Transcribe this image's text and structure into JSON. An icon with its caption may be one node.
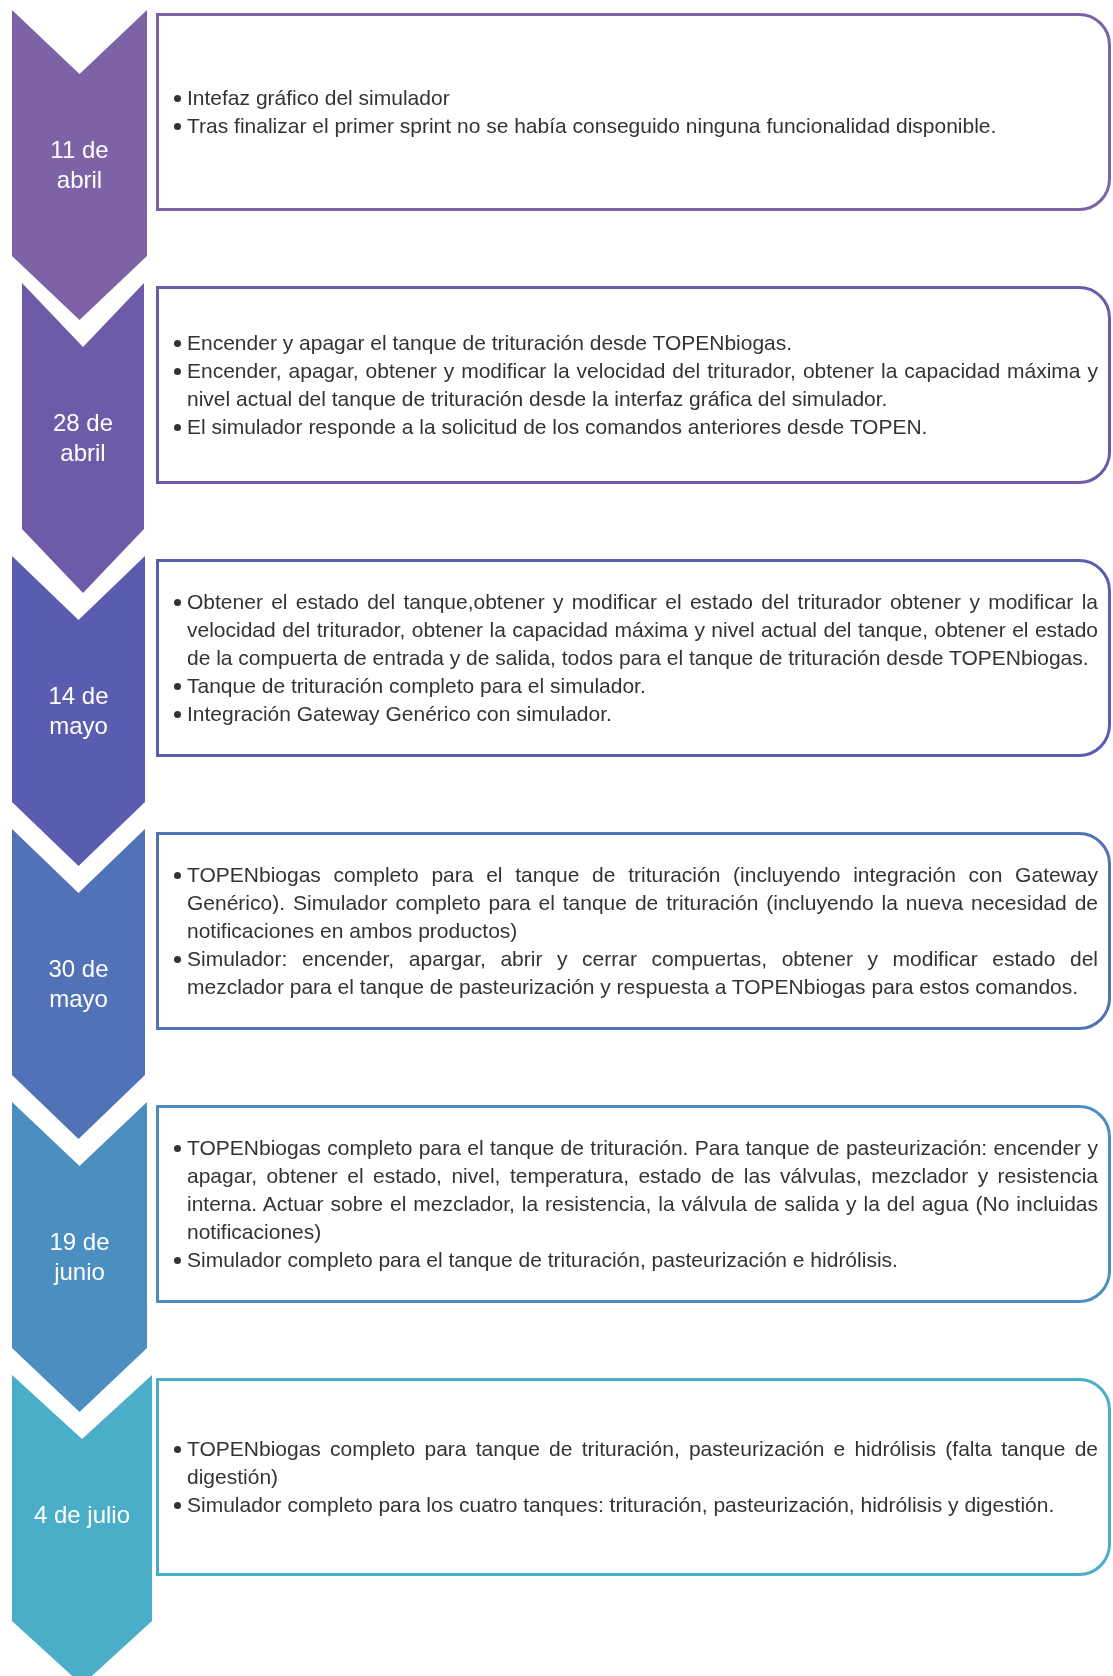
{
  "diagram": {
    "nodes": [
      {
        "text": [
          "11 de abril"
        ]
      },
      {
        "text": [
          "Intefaz gráfico del simulador",
          "Tras finalizar el primer sprint no se había conseguido ninguna funcionalidad disponible."
        ]
      },
      {
        "text": [
          "28 de abril"
        ]
      },
      {
        "text": [
          "Encender y apagar el tanque de trituración desde TOPENbiogas.",
          "Encender, apagar, obtener y modificar la velocidad del triturador, obtener la capacidad máxima y nivel actual del tanque de trituración desde la interfaz gráfica del simulador.",
          "El simulador responde a la solicitud de los comandos anteriores desde TOPEN."
        ]
      },
      {
        "text": [
          "14 de mayo"
        ]
      },
      {
        "text": [
          "Obtener el estado del tanque,obtener y modificar el estado del triturador obtener y modificar la velocidad del triturador, obtener la capacidad máxima y nivel actual del tanque, obtener el estado de la compuerta de entrada y de salida, todos para el tanque de trituración desde TOPENbiogas.",
          "Tanque de trituración completo para el simulador.",
          "Integración Gateway Genérico con simulador."
        ]
      },
      {
        "text": [
          "30 de mayo"
        ]
      },
      {
        "text": [
          "TOPENbiogas completo para el tanque de trituración (incluyendo integración con Gateway Genérico). Simulador completo para el tanque de trituración (incluyendo la nueva necesidad de notificaciones en ambos productos)",
          "Simulador: encender, apargar, abrir y cerrar compuertas, obtener y modificar estado del mezclador para el tanque de pasteurización y respuesta a TOPENbiogas para estos comandos."
        ]
      },
      {
        "text": [
          "19 de junio"
        ]
      },
      {
        "text": [
          "TOPENbiogas completo para el tanque de trituración. Para tanque de pasteurización: encender y apagar, obtener el estado, nivel, temperatura, estado de las válvulas, mezclador y resistencia interna. Actuar sobre el mezclador, la resistencia, la válvula de salida y la del agua (No incluidas notificaciones)",
          "Simulador completo para el tanque de trituración, pasteurización e hidrólisis."
        ]
      },
      {
        "text": [
          "4 de julio"
        ]
      },
      {
        "text": [
          "TOPENbiogas completo para tanque de trituración, pasteurización e hidrólisis (falta tanque de digestión)",
          "Simulador completo para los cuatro tanques: trituración, pasteurización, hidrólisis y digestión."
        ]
      }
    ]
  }
}
